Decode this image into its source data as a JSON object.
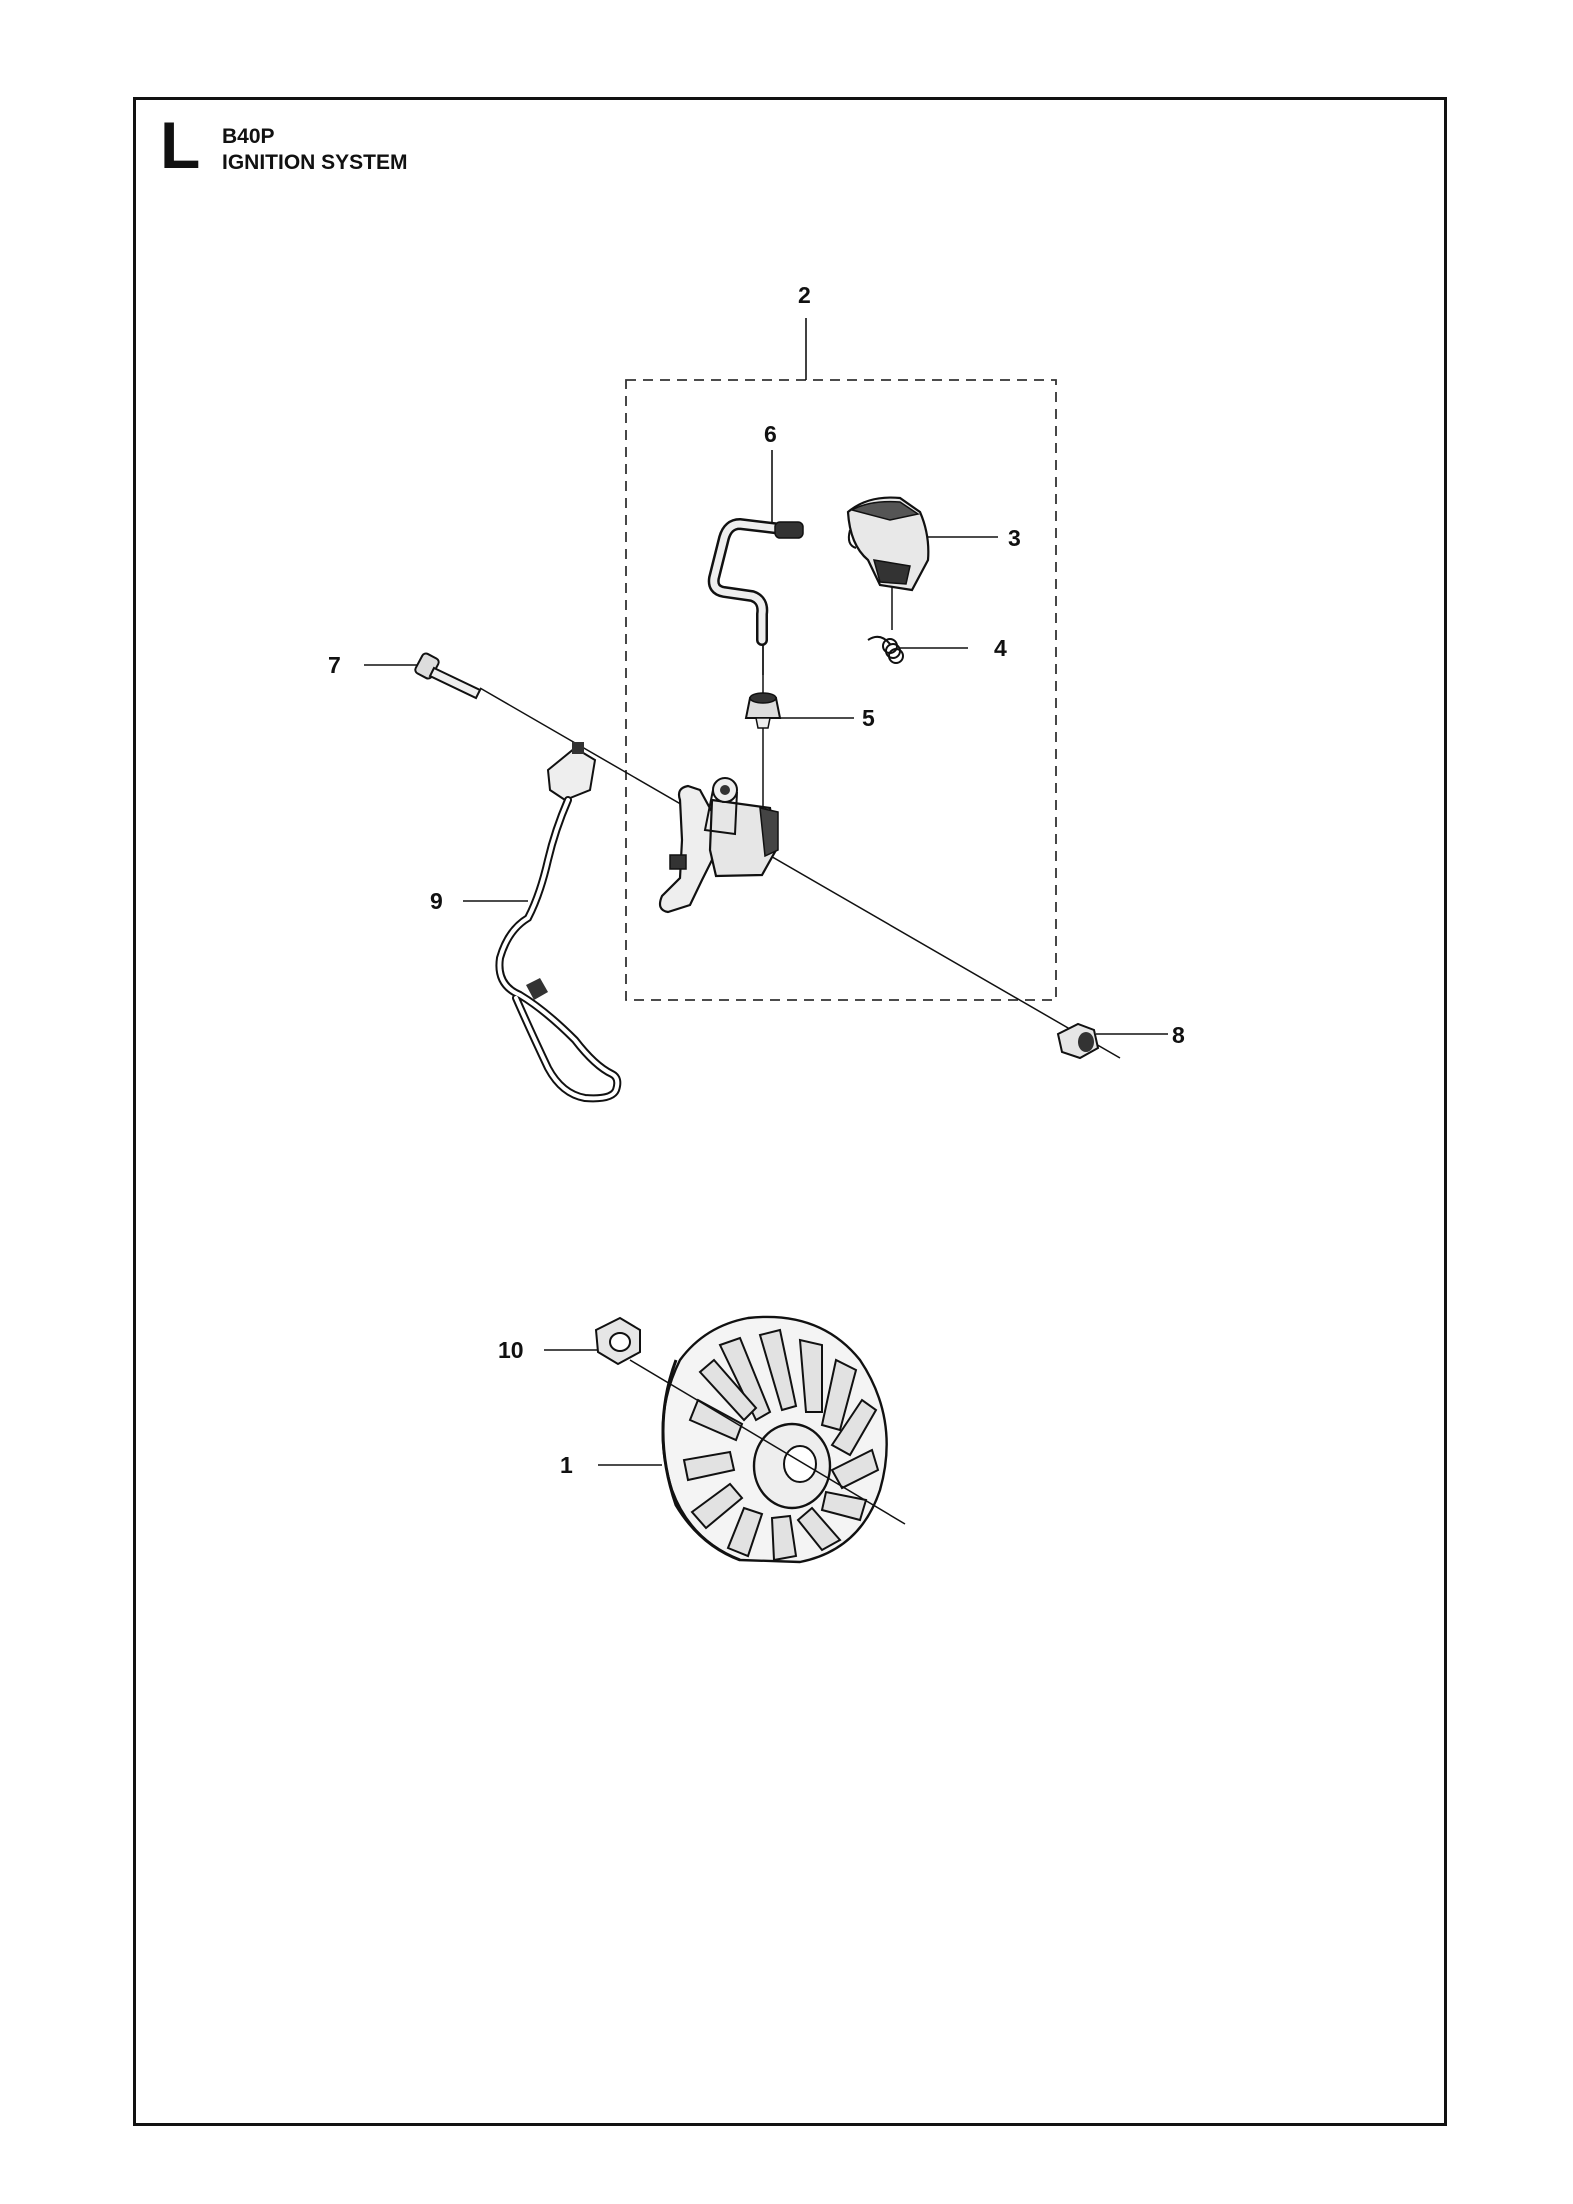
{
  "header": {
    "section_letter": "L",
    "model": "B40P",
    "title": "IGNITION SYSTEM"
  },
  "callouts": [
    "1",
    "2",
    "3",
    "4",
    "5",
    "6",
    "7",
    "8",
    "9",
    "10"
  ],
  "colors": {
    "line": "#111111",
    "part_fill": "#e6e6e6",
    "part_dark": "#2a2a2a",
    "background": "#ffffff"
  }
}
